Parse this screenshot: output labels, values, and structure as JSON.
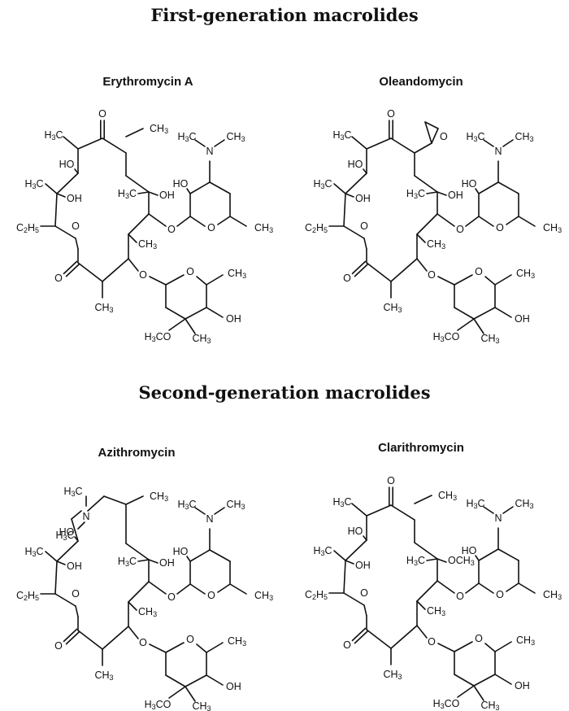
{
  "sections": {
    "first": "First-generation macrolides",
    "second": "Second-generation macrolides"
  },
  "molecules": {
    "ery": {
      "name": "Erythromycin A"
    },
    "ole": {
      "name": "Oleandomycin"
    },
    "azi": {
      "name": "Azithromycin"
    },
    "cla": {
      "name": "Clarithromycin"
    }
  },
  "labels": {
    "o": "O",
    "n": "N",
    "h3c": "H3C",
    "ch3": "CH3",
    "oh": "OH",
    "ho": "HO",
    "c2h5": "C2H5",
    "h3co": "H3CO",
    "och3": "OCH3"
  }
}
